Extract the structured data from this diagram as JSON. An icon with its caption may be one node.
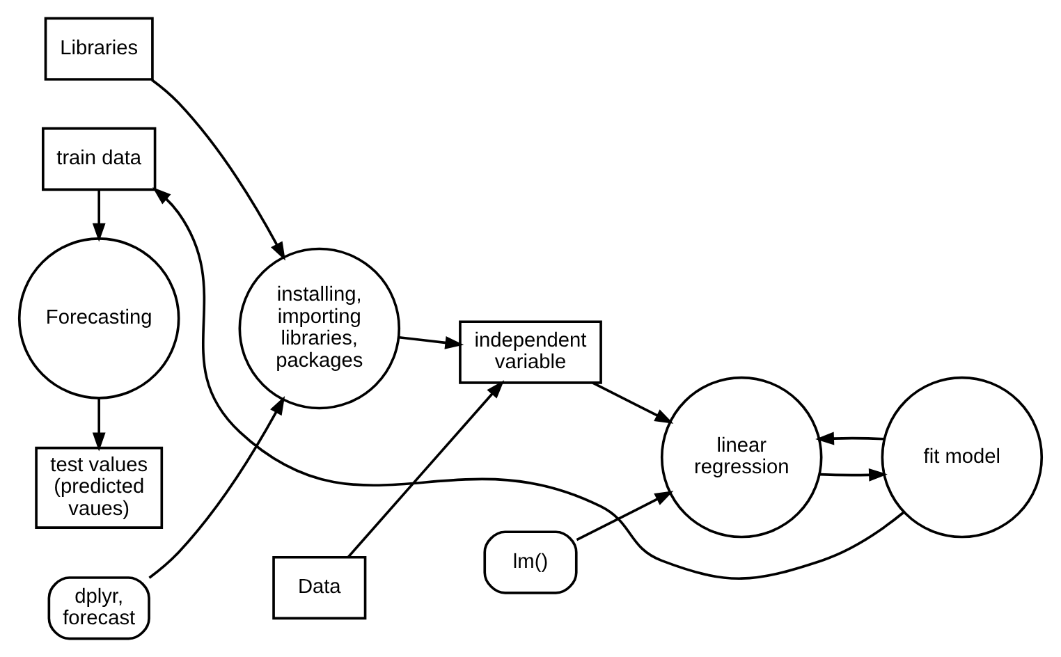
{
  "diagram": {
    "nodes": [
      {
        "text": [
          "Libraries"
        ]
      },
      {
        "text": [
          "installing, importing libraries, packages"
        ]
      },
      {
        "text": [
          "dplyr, forecast"
        ]
      },
      {
        "text": [
          "Data"
        ]
      },
      {
        "text": [
          "independent variable"
        ]
      },
      {
        "text": [
          "linear regression"
        ]
      },
      {
        "text": [
          "lm()"
        ]
      },
      {
        "text": [
          "fit model"
        ]
      },
      {
        "text": [
          "train data"
        ]
      },
      {
        "text": [
          "Forecasting"
        ]
      },
      {
        "text": [
          "test values (predicted vaues)"
        ]
      }
    ],
    "edges": [
      {
        "from": 0,
        "to": 1,
        "arrow": "to"
      },
      {
        "from": 2,
        "to": 1,
        "arrow": "to"
      },
      {
        "from": 1,
        "to": 4,
        "arrow": "to"
      },
      {
        "from": 3,
        "to": 4,
        "arrow": "to"
      },
      {
        "from": 4,
        "to": 5,
        "arrow": "to"
      },
      {
        "from": 6,
        "to": 5,
        "arrow": "to"
      },
      {
        "from": 5,
        "to": 7,
        "arrow": "to"
      },
      {
        "from": 7,
        "to": 5,
        "arrow": "to"
      },
      {
        "from": 7,
        "to": 8,
        "arrow": "to"
      },
      {
        "from": 8,
        "to": 9,
        "arrow": "to"
      },
      {
        "from": 9,
        "to": 10,
        "arrow": "to"
      }
    ]
  }
}
